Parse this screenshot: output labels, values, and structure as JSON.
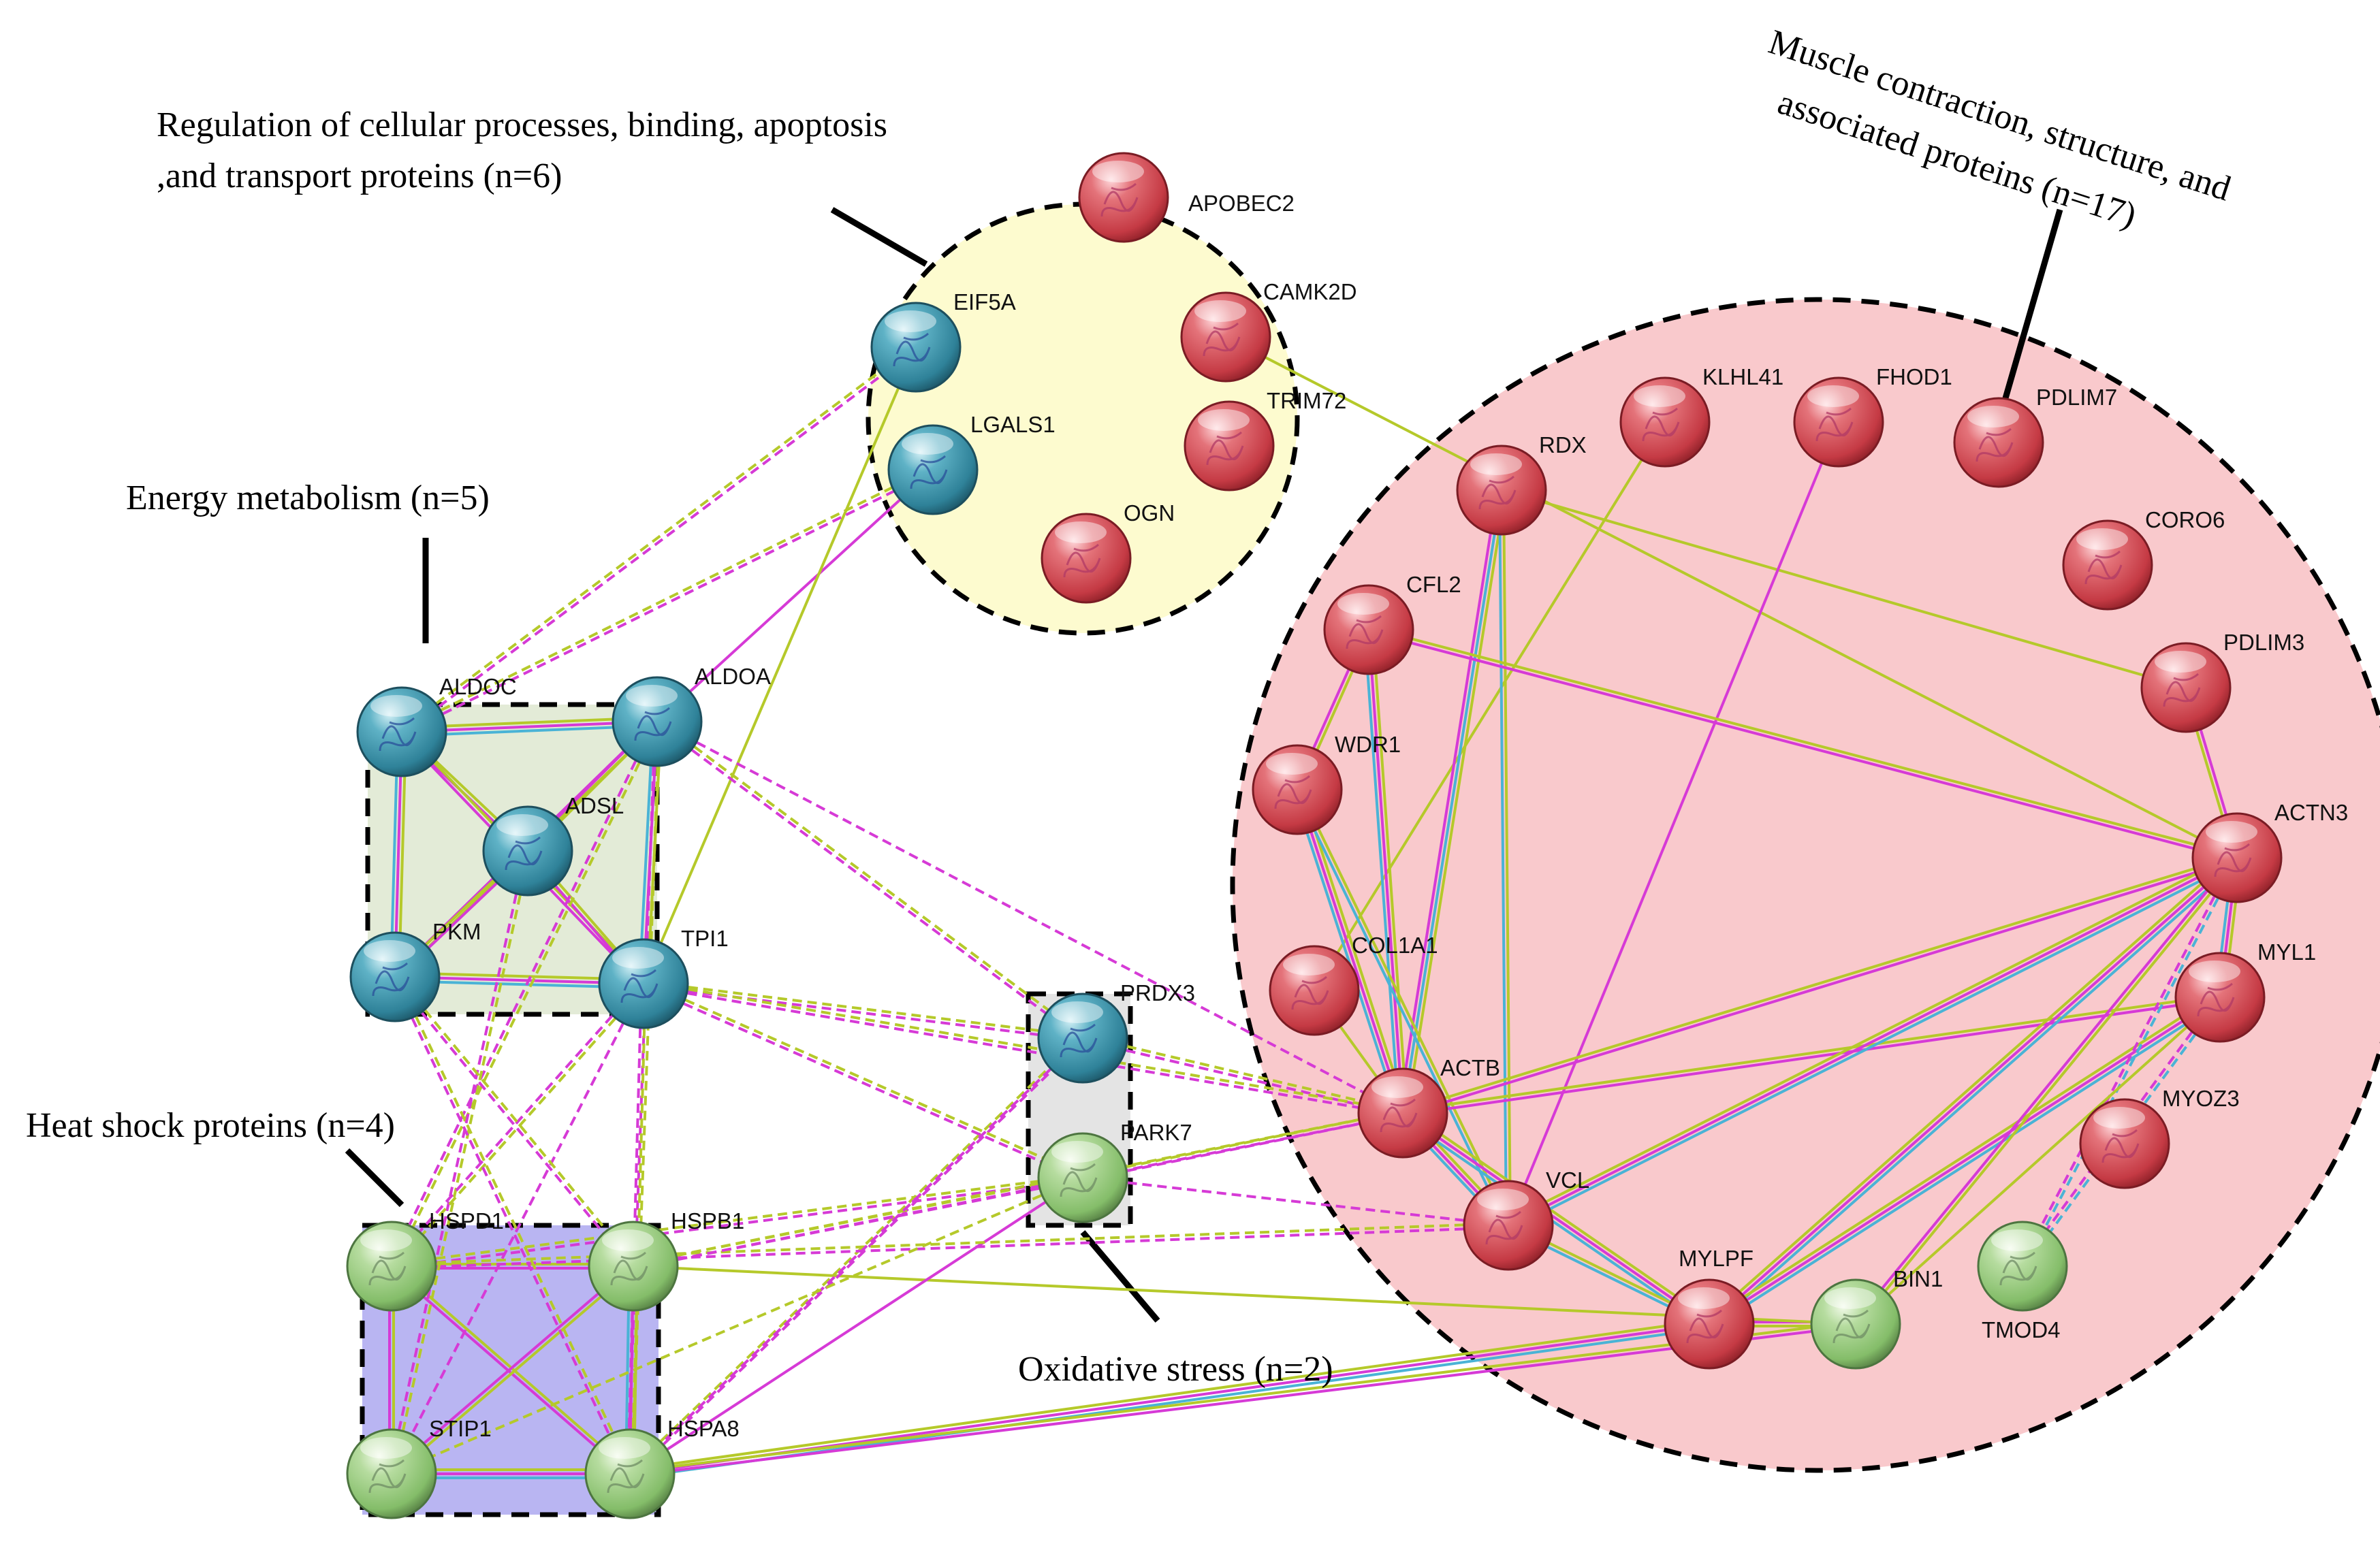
{
  "colors": {
    "red_node": "#d9535b",
    "blue_node": "#3f9bb4",
    "green_node": "#9fd08a",
    "muscle_region": "#f9c9cc",
    "regulation_region": "#fdfbcf",
    "energy_region": "#e3ebd7",
    "heat_region": "#b9b5f2",
    "oxidative_region": "#e4e4e4",
    "edge_yellowgreen": "#b5c92a",
    "edge_magenta": "#d63ad6",
    "edge_cyan": "#4ab3d6"
  },
  "captions": {
    "regulation": [
      "Regulation of cellular  processes, binding, apoptosis",
      ",and transport proteins (n=6)"
    ],
    "muscle": [
      "Muscle contraction, structure, and",
      "associated proteins (n=17)"
    ],
    "energy": "Energy metabolism (n=5)",
    "heat": "Heat shock proteins (n=4)",
    "oxidative": "Oxidative stress (n=2)"
  },
  "nodes": [
    {
      "id": "APOBEC2",
      "label": "APOBEC2",
      "group": "red"
    },
    {
      "id": "CAMK2D",
      "label": "CAMK2D",
      "group": "red"
    },
    {
      "id": "TRIM72",
      "label": "TRIM72",
      "group": "red"
    },
    {
      "id": "OGN",
      "label": "OGN",
      "group": "red"
    },
    {
      "id": "EIF5A",
      "label": "EIF5A",
      "group": "blue"
    },
    {
      "id": "LGALS1",
      "label": "LGALS1",
      "group": "blue"
    },
    {
      "id": "ALDOC",
      "label": "ALDOC",
      "group": "blue"
    },
    {
      "id": "ALDOA",
      "label": "ALDOA",
      "group": "blue"
    },
    {
      "id": "ADSL",
      "label": "ADSL",
      "group": "blue"
    },
    {
      "id": "PKM",
      "label": "PKM",
      "group": "blue"
    },
    {
      "id": "TPI1",
      "label": "TPI1",
      "group": "blue"
    },
    {
      "id": "PRDX3",
      "label": "PRDX3",
      "group": "blue"
    },
    {
      "id": "PARK7",
      "label": "PARK7",
      "group": "green"
    },
    {
      "id": "HSPD1",
      "label": "HSPD1",
      "group": "green"
    },
    {
      "id": "HSPB1",
      "label": "HSPB1",
      "group": "green"
    },
    {
      "id": "STIP1",
      "label": "STIP1",
      "group": "green"
    },
    {
      "id": "HSPA8",
      "label": "HSPA8",
      "group": "green"
    },
    {
      "id": "KLHL41",
      "label": "KLHL41",
      "group": "red"
    },
    {
      "id": "FHOD1",
      "label": "FHOD1",
      "group": "red"
    },
    {
      "id": "PDLIM7",
      "label": "PDLIM7",
      "group": "red"
    },
    {
      "id": "RDX",
      "label": "RDX",
      "group": "red"
    },
    {
      "id": "CORO6",
      "label": "CORO6",
      "group": "red"
    },
    {
      "id": "CFL2",
      "label": "CFL2",
      "group": "red"
    },
    {
      "id": "PDLIM3",
      "label": "PDLIM3",
      "group": "red"
    },
    {
      "id": "WDR1",
      "label": "WDR1",
      "group": "red"
    },
    {
      "id": "ACTN3",
      "label": "ACTN3",
      "group": "red"
    },
    {
      "id": "COL1A1",
      "label": "COL1A1",
      "group": "red"
    },
    {
      "id": "MYL1",
      "label": "MYL1",
      "group": "red"
    },
    {
      "id": "ACTB",
      "label": "ACTB",
      "group": "red"
    },
    {
      "id": "MYOZ3",
      "label": "MYOZ3",
      "group": "red"
    },
    {
      "id": "VCL",
      "label": "VCL",
      "group": "red"
    },
    {
      "id": "TMOD4",
      "label": "TMOD4",
      "group": "green"
    },
    {
      "id": "MYLPF",
      "label": "MYLPF",
      "group": "red"
    },
    {
      "id": "BIN1",
      "label": "BIN1",
      "group": "green"
    }
  ],
  "edges": [
    {
      "from": "ALDOC",
      "to": "ALDOA",
      "colors": [
        "yellowgreen",
        "magenta",
        "cyan"
      ],
      "dashed": false
    },
    {
      "from": "ALDOC",
      "to": "PKM",
      "colors": [
        "yellowgreen",
        "magenta",
        "cyan"
      ],
      "dashed": false
    },
    {
      "from": "ALDOC",
      "to": "ADSL",
      "colors": [
        "yellowgreen",
        "magenta"
      ],
      "dashed": false
    },
    {
      "from": "ALDOC",
      "to": "TPI1",
      "colors": [
        "yellowgreen",
        "magenta"
      ],
      "dashed": false
    },
    {
      "from": "ALDOA",
      "to": "TPI1",
      "colors": [
        "yellowgreen",
        "magenta",
        "cyan"
      ],
      "dashed": false
    },
    {
      "from": "ALDOA",
      "to": "ADSL",
      "colors": [
        "yellowgreen",
        "magenta"
      ],
      "dashed": false
    },
    {
      "from": "ALDOA",
      "to": "PKM",
      "colors": [
        "yellowgreen",
        "magenta"
      ],
      "dashed": false
    },
    {
      "from": "PKM",
      "to": "TPI1",
      "colors": [
        "yellowgreen",
        "magenta",
        "cyan"
      ],
      "dashed": false
    },
    {
      "from": "PKM",
      "to": "ADSL",
      "colors": [
        "yellowgreen",
        "magenta"
      ],
      "dashed": false
    },
    {
      "from": "ADSL",
      "to": "TPI1",
      "colors": [
        "yellowgreen",
        "magenta"
      ],
      "dashed": false
    },
    {
      "from": "ALDOA",
      "to": "LGALS1",
      "colors": [
        "magenta"
      ],
      "dashed": false
    },
    {
      "from": "TPI1",
      "to": "EIF5A",
      "colors": [
        "yellowgreen"
      ],
      "dashed": false
    },
    {
      "from": "ALDOC",
      "to": "EIF5A",
      "colors": [
        "yellowgreen",
        "magenta"
      ],
      "dashed": true
    },
    {
      "from": "ALDOC",
      "to": "LGALS1",
      "colors": [
        "yellowgreen",
        "magenta"
      ],
      "dashed": true
    },
    {
      "from": "CAMK2D",
      "to": "ACTN3",
      "colors": [
        "yellowgreen"
      ],
      "dashed": false
    },
    {
      "from": "KLHL41",
      "to": "COL1A1",
      "colors": [
        "yellowgreen"
      ],
      "dashed": false
    },
    {
      "from": "RDX",
      "to": "PDLIM3",
      "colors": [
        "yellowgreen"
      ],
      "dashed": false
    },
    {
      "from": "RDX",
      "to": "ACTB",
      "colors": [
        "yellowgreen",
        "cyan",
        "magenta"
      ],
      "dashed": false
    },
    {
      "from": "RDX",
      "to": "VCL",
      "colors": [
        "yellowgreen",
        "cyan"
      ],
      "dashed": false
    },
    {
      "from": "FHOD1",
      "to": "VCL",
      "colors": [
        "magenta"
      ],
      "dashed": false
    },
    {
      "from": "CFL2",
      "to": "ACTN3",
      "colors": [
        "yellowgreen",
        "magenta"
      ],
      "dashed": false
    },
    {
      "from": "CFL2",
      "to": "WDR1",
      "colors": [
        "yellowgreen",
        "magenta"
      ],
      "dashed": false
    },
    {
      "from": "CFL2",
      "to": "ACTB",
      "colors": [
        "yellowgreen",
        "magenta",
        "cyan"
      ],
      "dashed": false
    },
    {
      "from": "WDR1",
      "to": "ACTB",
      "colors": [
        "yellowgreen",
        "magenta",
        "cyan"
      ],
      "dashed": false
    },
    {
      "from": "WDR1",
      "to": "VCL",
      "colors": [
        "yellowgreen",
        "cyan"
      ],
      "dashed": false
    },
    {
      "from": "COL1A1",
      "to": "ACTB",
      "colors": [
        "yellowgreen"
      ],
      "dashed": false
    },
    {
      "from": "ACTB",
      "to": "ACTN3",
      "colors": [
        "yellowgreen",
        "magenta"
      ],
      "dashed": false
    },
    {
      "from": "ACTB",
      "to": "MYL1",
      "colors": [
        "yellowgreen",
        "magenta"
      ],
      "dashed": false
    },
    {
      "from": "ACTB",
      "to": "VCL",
      "colors": [
        "yellowgreen",
        "magenta",
        "cyan"
      ],
      "dashed": false
    },
    {
      "from": "ACTB",
      "to": "MYLPF",
      "colors": [
        "yellowgreen",
        "magenta",
        "cyan"
      ],
      "dashed": false
    },
    {
      "from": "VCL",
      "to": "ACTN3",
      "colors": [
        "yellowgreen",
        "magenta",
        "cyan"
      ],
      "dashed": false
    },
    {
      "from": "VCL",
      "to": "MYLPF",
      "colors": [
        "yellowgreen",
        "cyan"
      ],
      "dashed": false
    },
    {
      "from": "MYLPF",
      "to": "ACTN3",
      "colors": [
        "yellowgreen",
        "magenta",
        "cyan"
      ],
      "dashed": false
    },
    {
      "from": "MYLPF",
      "to": "MYL1",
      "colors": [
        "yellowgreen",
        "magenta",
        "cyan"
      ],
      "dashed": false
    },
    {
      "from": "ACTN3",
      "to": "MYL1",
      "colors": [
        "yellowgreen",
        "magenta",
        "cyan"
      ],
      "dashed": false
    },
    {
      "from": "ACTN3",
      "to": "PDLIM3",
      "colors": [
        "yellowgreen",
        "magenta"
      ],
      "dashed": false
    },
    {
      "from": "ACTN3",
      "to": "TMOD4",
      "colors": [
        "cyan",
        "magenta"
      ],
      "dashed": true
    },
    {
      "from": "MYL1",
      "to": "TMOD4",
      "colors": [
        "cyan",
        "magenta"
      ],
      "dashed": true
    },
    {
      "from": "ACTN3",
      "to": "BIN1",
      "colors": [
        "yellowgreen",
        "magenta"
      ],
      "dashed": false
    },
    {
      "from": "MYL1",
      "to": "BIN1",
      "colors": [
        "yellowgreen"
      ],
      "dashed": false
    },
    {
      "from": "BIN1",
      "to": "MYLPF",
      "colors": [
        "yellowgreen",
        "magenta"
      ],
      "dashed": false
    },
    {
      "from": "HSPD1",
      "to": "HSPB1",
      "colors": [
        "yellowgreen",
        "magenta"
      ],
      "dashed": false
    },
    {
      "from": "HSPD1",
      "to": "STIP1",
      "colors": [
        "yellowgreen",
        "magenta"
      ],
      "dashed": false
    },
    {
      "from": "HSPD1",
      "to": "HSPA8",
      "colors": [
        "yellowgreen",
        "magenta"
      ],
      "dashed": false
    },
    {
      "from": "HSPB1",
      "to": "HSPA8",
      "colors": [
        "yellowgreen",
        "magenta",
        "cyan"
      ],
      "dashed": false
    },
    {
      "from": "HSPB1",
      "to": "STIP1",
      "colors": [
        "yellowgreen",
        "magenta"
      ],
      "dashed": false
    },
    {
      "from": "STIP1",
      "to": "HSPA8",
      "colors": [
        "yellowgreen",
        "magenta",
        "cyan"
      ],
      "dashed": false
    },
    {
      "from": "HSPB1",
      "to": "BIN1",
      "colors": [
        "yellowgreen"
      ],
      "dashed": false
    },
    {
      "from": "HSPA8",
      "to": "MYLPF",
      "colors": [
        "yellowgreen",
        "magenta",
        "cyan"
      ],
      "dashed": false
    },
    {
      "from": "HSPA8",
      "to": "BIN1",
      "colors": [
        "yellowgreen",
        "magenta"
      ],
      "dashed": false
    },
    {
      "from": "HSPA8",
      "to": "PARK7",
      "colors": [
        "magenta"
      ],
      "dashed": false
    },
    {
      "from": "HSPA8",
      "to": "PRDX3",
      "colors": [
        "yellowgreen",
        "magenta"
      ],
      "dashed": true
    },
    {
      "from": "HSPB1",
      "to": "PARK7",
      "colors": [
        "yellowgreen",
        "magenta"
      ],
      "dashed": true
    },
    {
      "from": "HSPD1",
      "to": "PARK7",
      "colors": [
        "yellowgreen",
        "magenta"
      ],
      "dashed": true
    },
    {
      "from": "HSPD1",
      "to": "VCL",
      "colors": [
        "yellowgreen",
        "magenta"
      ],
      "dashed": true
    },
    {
      "from": "HSPB1",
      "to": "ACTB",
      "colors": [
        "yellowgreen",
        "magenta"
      ],
      "dashed": true
    },
    {
      "from": "PARK7",
      "to": "ACTB",
      "colors": [
        "yellowgreen",
        "magenta"
      ],
      "dashed": true
    },
    {
      "from": "PRDX3",
      "to": "ACTB",
      "colors": [
        "yellowgreen",
        "magenta"
      ],
      "dashed": true
    },
    {
      "from": "PARK7",
      "to": "VCL",
      "colors": [
        "magenta"
      ],
      "dashed": true
    },
    {
      "from": "TPI1",
      "to": "PRDX3",
      "colors": [
        "yellowgreen",
        "magenta"
      ],
      "dashed": true
    },
    {
      "from": "TPI1",
      "to": "PARK7",
      "colors": [
        "yellowgreen",
        "magenta"
      ],
      "dashed": true
    },
    {
      "from": "TPI1",
      "to": "ACTB",
      "colors": [
        "yellowgreen",
        "magenta"
      ],
      "dashed": true
    },
    {
      "from": "ALDOA",
      "to": "PRDX3",
      "colors": [
        "yellowgreen",
        "magenta"
      ],
      "dashed": true
    },
    {
      "from": "ALDOA",
      "to": "ACTB",
      "colors": [
        "magenta"
      ],
      "dashed": true
    },
    {
      "from": "ALDOA",
      "to": "HSPD1",
      "colors": [
        "yellowgreen",
        "magenta"
      ],
      "dashed": true
    },
    {
      "from": "ALDOA",
      "to": "HSPA8",
      "colors": [
        "yellowgreen",
        "magenta"
      ],
      "dashed": true
    },
    {
      "from": "ADSL",
      "to": "STIP1",
      "colors": [
        "yellowgreen",
        "magenta"
      ],
      "dashed": true
    },
    {
      "from": "TPI1",
      "to": "HSPD1",
      "colors": [
        "yellowgreen",
        "magenta"
      ],
      "dashed": true
    },
    {
      "from": "TPI1",
      "to": "HSPA8",
      "colors": [
        "yellowgreen",
        "magenta"
      ],
      "dashed": true
    },
    {
      "from": "TPI1",
      "to": "STIP1",
      "colors": [
        "magenta"
      ],
      "dashed": true
    },
    {
      "from": "PKM",
      "to": "HSPA8",
      "colors": [
        "yellowgreen",
        "magenta"
      ],
      "dashed": true
    },
    {
      "from": "PKM",
      "to": "HSPB1",
      "colors": [
        "yellowgreen",
        "magenta"
      ],
      "dashed": true
    },
    {
      "from": "PRDX3",
      "to": "HSPA8",
      "colors": [
        "magenta"
      ],
      "dashed": true
    },
    {
      "from": "PARK7",
      "to": "STIP1",
      "colors": [
        "yellowgreen"
      ],
      "dashed": true
    }
  ]
}
